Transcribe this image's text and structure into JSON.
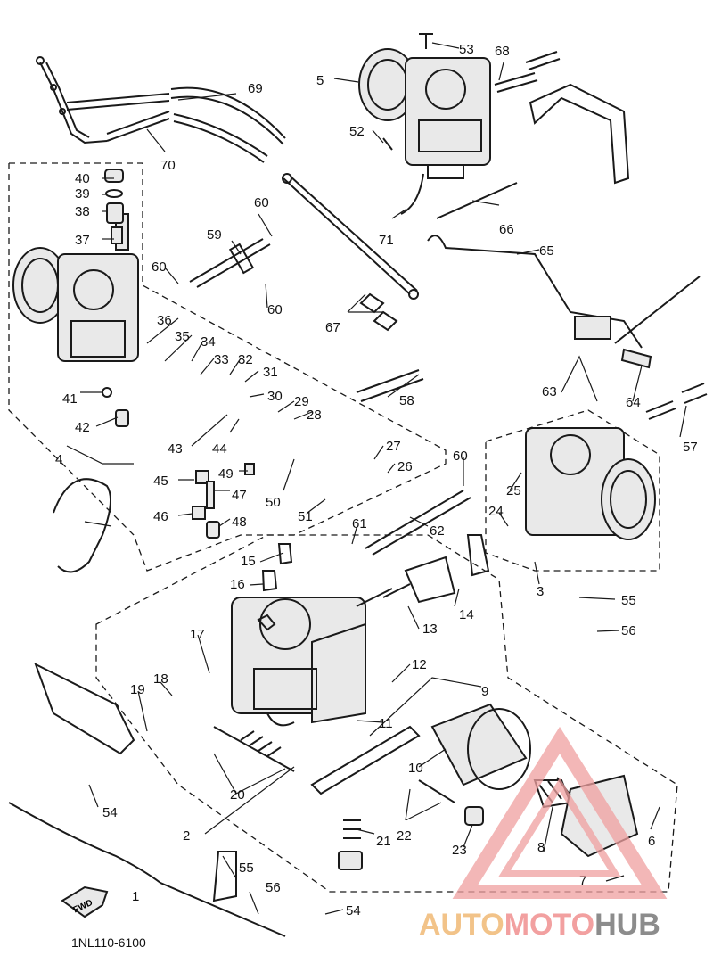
{
  "drawing_code": "1NL110-6100",
  "direction_label": "FWD",
  "watermark": {
    "word_a": "AUTO",
    "word_b": "MOTO",
    "word_c": "HUB",
    "color_a": "#f2c389",
    "color_b": "#f2a0a0",
    "color_c": "#8c8c8c"
  },
  "callouts": [
    "1",
    "2",
    "3",
    "4",
    "5",
    "6",
    "7",
    "8",
    "9",
    "10",
    "11",
    "12",
    "13",
    "14",
    "15",
    "16",
    "17",
    "18",
    "19",
    "20",
    "21",
    "22",
    "23",
    "24",
    "25",
    "26",
    "27",
    "28",
    "29",
    "30",
    "31",
    "32",
    "33",
    "34",
    "35",
    "36",
    "37",
    "38",
    "39",
    "40",
    "41",
    "42",
    "43",
    "44",
    "45",
    "46",
    "47",
    "48",
    "49",
    "50",
    "51",
    "52",
    "53",
    "54",
    "54",
    "55",
    "55",
    "56",
    "56",
    "57",
    "58",
    "59",
    "60",
    "60",
    "60",
    "60",
    "61",
    "62",
    "63",
    "64",
    "65",
    "66",
    "67",
    "68",
    "69",
    "70",
    "71"
  ]
}
